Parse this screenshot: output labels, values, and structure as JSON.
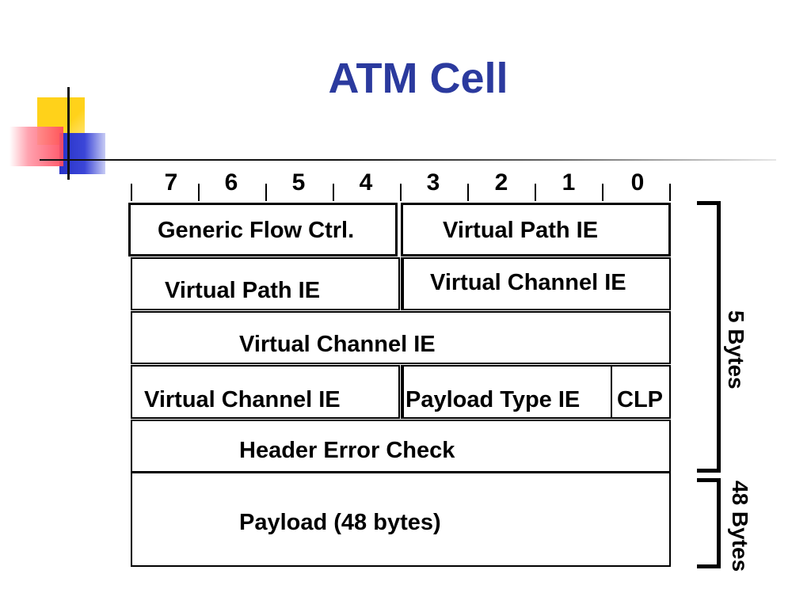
{
  "title": "ATM Cell",
  "bits": [
    "7",
    "6",
    "5",
    "4",
    "3",
    "2",
    "1",
    "0"
  ],
  "rows": {
    "r1": {
      "left": "Generic Flow Ctrl.",
      "right": "Virtual Path IE"
    },
    "r2": {
      "left": "Virtual Path IE",
      "right": "Virtual Channel IE"
    },
    "r3": {
      "full": "Virtual Channel IE"
    },
    "r4": {
      "left": "Virtual Channel IE",
      "middle": "Payload Type IE",
      "right": "CLP"
    },
    "r5": {
      "full": "Header Error Check"
    },
    "r6": {
      "full": "Payload (48 bytes)"
    }
  },
  "braces": {
    "header": "5 Bytes",
    "payload": "48 Bytes"
  },
  "colors": {
    "title": "#2b3a9e",
    "accent_yellow": "#ffd21a",
    "accent_blue": "#2833c8",
    "accent_red": "#ff4a5e"
  }
}
